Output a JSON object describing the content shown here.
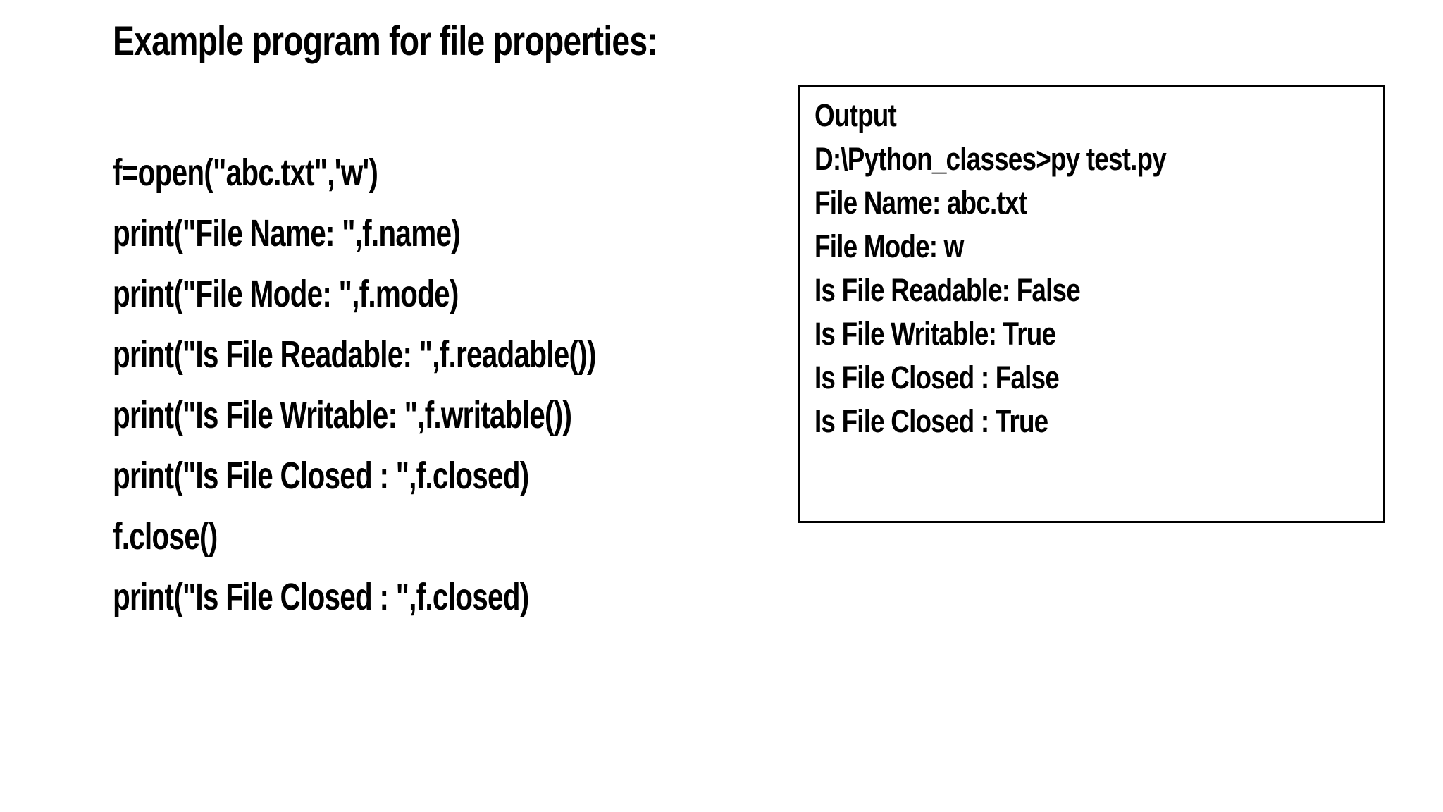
{
  "slide": {
    "title": "Example program for file properties:"
  },
  "code": {
    "lines": [
      "f=open(\"abc.txt\",'w')",
      "print(\"File Name: \",f.name)",
      "print(\"File Mode: \",f.mode)",
      "print(\"Is File Readable: \",f.readable())",
      "print(\"Is File Writable: \",f.writable())",
      "print(\"Is File Closed : \",f.closed)",
      "f.close()",
      "print(\"Is File Closed : \",f.closed)"
    ]
  },
  "output_panel": {
    "header": "Output",
    "lines": [
      "D:\\Python_classes>py test.py",
      "File Name: abc.txt",
      "File Mode: w",
      "Is File Readable: False",
      "Is File Writable: True",
      "Is File Closed : False",
      "Is File Closed : True"
    ]
  },
  "colors": {
    "text": "#000000",
    "background": "#ffffff",
    "panel_border": "#000000"
  }
}
